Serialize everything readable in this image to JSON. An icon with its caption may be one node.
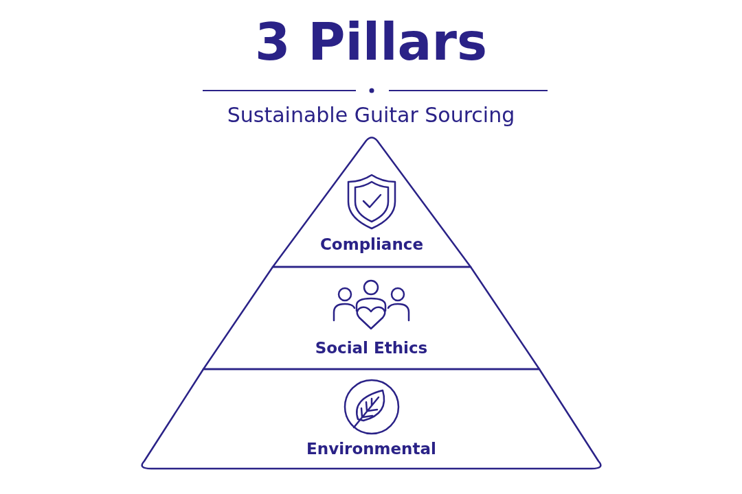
{
  "diagram": {
    "title": "3 Pillars",
    "nodes": [
      {
        "text": [
          "Compliance"
        ]
      },
      {
        "text": [
          "Social Ethics"
        ]
      },
      {
        "text": [
          "Environmental"
        ]
      }
    ],
    "labels": [
      "Sustainable Guitar Sourcing"
    ]
  }
}
